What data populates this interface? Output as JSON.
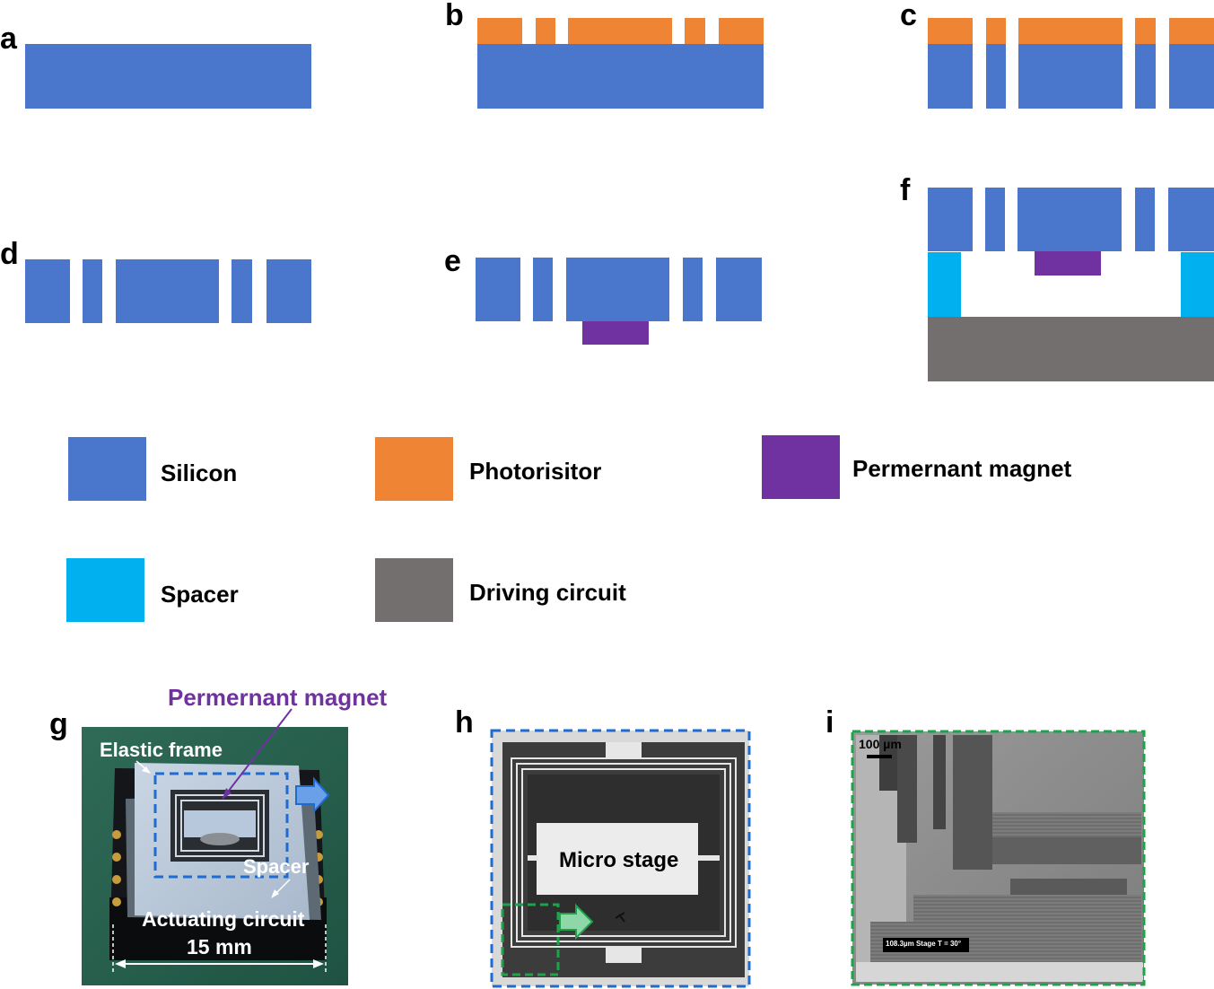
{
  "panels": {
    "a": "a",
    "b": "b",
    "c": "c",
    "d": "d",
    "e": "e",
    "f": "f",
    "g": "g",
    "h": "h",
    "i": "i"
  },
  "colors": {
    "silicon": "#4a76cc",
    "photoresistor": "#ef8534",
    "magnet": "#7032a0",
    "spacer": "#00b0ef",
    "driving_circuit": "#736f6e"
  },
  "legend": [
    {
      "key": "silicon",
      "label": "Silicon"
    },
    {
      "key": "photoresistor",
      "label": "Photorisitor"
    },
    {
      "key": "magnet",
      "label": "Permernant magnet"
    },
    {
      "key": "spacer",
      "label": "Spacer"
    },
    {
      "key": "driving_circuit",
      "label": "Driving circuit"
    }
  ],
  "photo_g": {
    "magnet_label": "Permernant magnet",
    "elastic_frame": "Elastic frame",
    "spacer": "Spacer",
    "actuating_circuit": "Actuating circuit",
    "dimension": "15 mm"
  },
  "photo_h": {
    "stage_label": "Micro stage"
  },
  "photo_i": {
    "scale_bar": "100 µm",
    "sem_info": "108.3µm Stage T = 30°"
  }
}
